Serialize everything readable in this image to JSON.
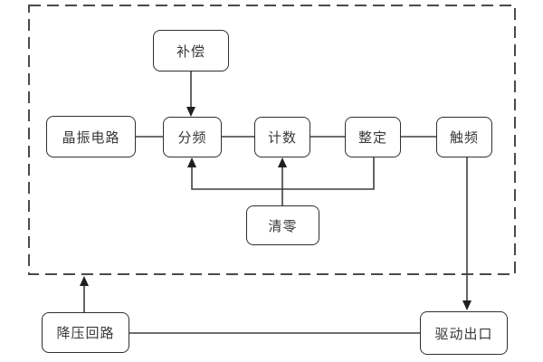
{
  "diagram": {
    "type": "flowchart",
    "background_color": "#ffffff",
    "boundary": {
      "style": "dashed",
      "color": "#4a4a4a"
    },
    "line_color": "#3f3f3f",
    "box_border_color": "#2f2f2f",
    "text_color": "#383838",
    "nodes": {
      "compensation": {
        "label": "补偿"
      },
      "crystal_oscillator": {
        "label": "晶振电路"
      },
      "frequency_divider": {
        "label": "分频"
      },
      "counter": {
        "label": "计数"
      },
      "setting": {
        "label": "整定"
      },
      "trigger_frequency": {
        "label": "触频"
      },
      "clear": {
        "label": "清零"
      },
      "step_down_circuit": {
        "label": "降压回路"
      },
      "drive_output": {
        "label": "驱动出口"
      }
    },
    "edges": [
      {
        "from": "补偿",
        "to": "分频",
        "arrow": true,
        "direction": "down"
      },
      {
        "from": "晶振电路",
        "to": "分频",
        "arrow": false
      },
      {
        "from": "分频",
        "to": "计数",
        "arrow": false
      },
      {
        "from": "计数",
        "to": "整定",
        "arrow": false
      },
      {
        "from": "整定",
        "to": "触频",
        "arrow": false
      },
      {
        "from": "整定",
        "to": "分频",
        "arrow": true,
        "note": "feedback loop under the row"
      },
      {
        "from": "清零",
        "to": "计数",
        "arrow": true,
        "direction": "up"
      },
      {
        "from": "触频",
        "to": "驱动出口",
        "arrow": true,
        "direction": "down"
      },
      {
        "from": "降压回路",
        "to": "dashed-boundary",
        "arrow": true,
        "direction": "up"
      },
      {
        "from": "降压回路",
        "to": "驱动出口",
        "arrow": false
      }
    ]
  }
}
